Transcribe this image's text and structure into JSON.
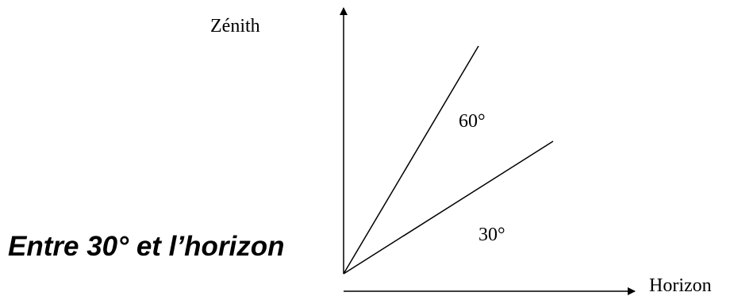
{
  "diagram": {
    "labels": {
      "zenith": "Zénith",
      "horizon": "Horizon",
      "angle_60": "60°",
      "angle_30": "30°"
    },
    "caption": "Entre 30° et l’horizon",
    "colors": {
      "stroke": "#000000",
      "text": "#000000",
      "background": "#ffffff"
    }
  }
}
